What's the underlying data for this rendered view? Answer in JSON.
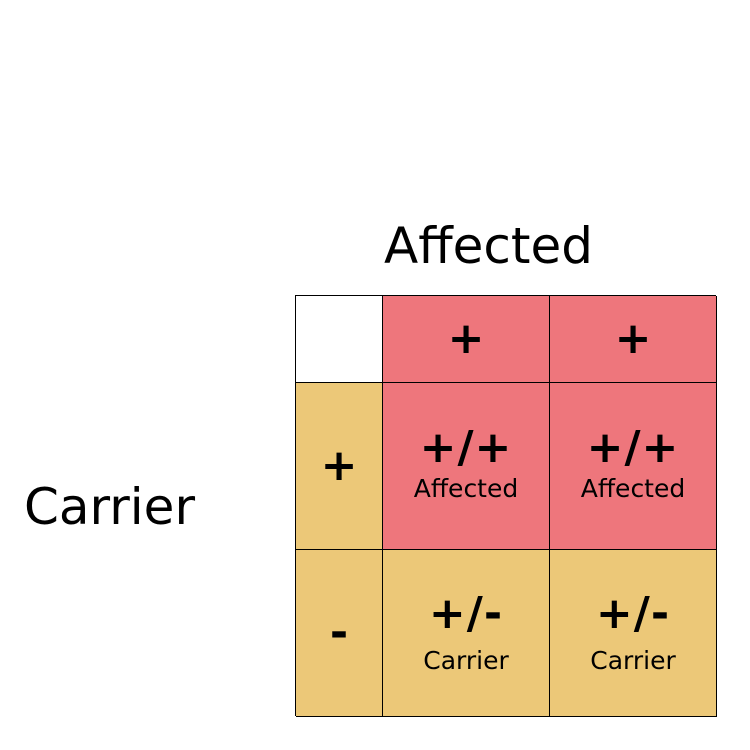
{
  "labels": {
    "top": "Affected",
    "left": "Carrier"
  },
  "colors": {
    "affected": "#ee767c",
    "carrier": "#ecc878",
    "border": "#000000",
    "blank": "#ffffff"
  },
  "header_columns": [
    "+",
    "+"
  ],
  "header_rows": [
    "+",
    "-"
  ],
  "cells": [
    [
      {
        "genotype": "+/+",
        "phenotype": "Affected"
      },
      {
        "genotype": "+/+",
        "phenotype": "Affected"
      }
    ],
    [
      {
        "genotype": "+/-",
        "phenotype": "Carrier"
      },
      {
        "genotype": "+/-",
        "phenotype": "Carrier"
      }
    ]
  ]
}
